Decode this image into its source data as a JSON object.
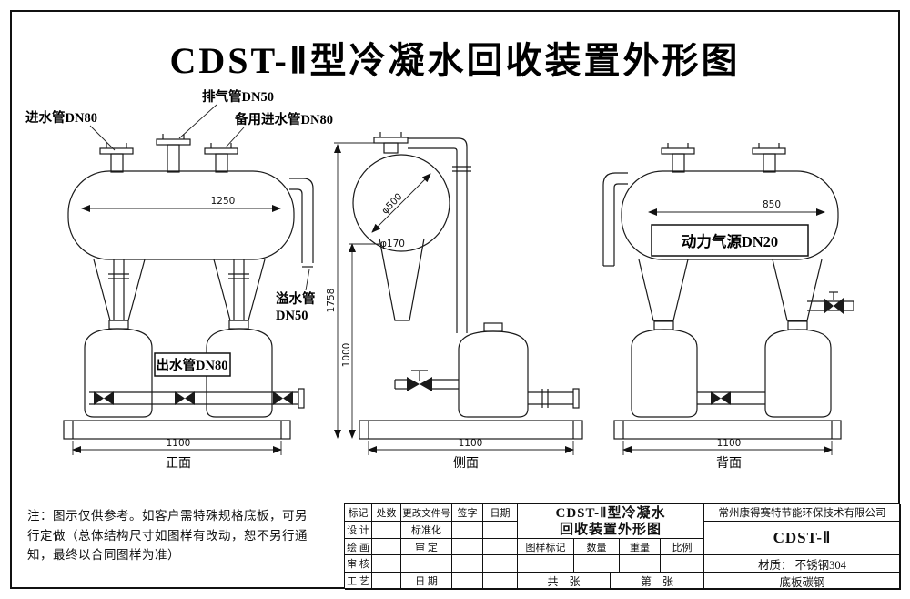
{
  "page_title": "CDST-Ⅱ型冷凝水回收装置外形图",
  "front": {
    "view_label": "正面",
    "dim_tank_width": "1250",
    "dim_base_width": "1100",
    "label_inlet": "进水管DN80",
    "label_exhaust": "排气管DN50",
    "label_backup_inlet": "备用进水管DN80",
    "label_overflow_line1": "溢水管",
    "label_overflow_line2": "DN50",
    "label_outlet": "出水管DN80"
  },
  "side": {
    "view_label": "侧面",
    "dim_diameter_main": "φ500",
    "dim_diameter_neck": "φ170",
    "dim_height_total": "1758",
    "dim_height_pump": "1000",
    "dim_base_width": "1100"
  },
  "back": {
    "view_label": "背面",
    "dim_tank_width": "850",
    "dim_base_width": "1100",
    "label_air_source": "动力气源DN20"
  },
  "note_line1": "注：图示仅供参考。如客户需特殊规格底板，可另",
  "note_line2": "行定做（总体结构尺寸如图样有改动，恕不另行通",
  "note_line3": "知，最终以合同图样为准）",
  "title_block": {
    "header_mark": "标记",
    "header_count": "处数",
    "header_doc_no": "更改文件号",
    "header_sign": "签字",
    "header_date": "日期",
    "row_design": "设 计",
    "row_draw": "绘 画",
    "row_check": "审 核",
    "row_process": "工 艺",
    "mid_standardize": "标准化",
    "mid_approve": "审 定",
    "mid_date": "日 期",
    "drawing_title_line1": "CDST-Ⅱ型冷凝水",
    "drawing_title_line2": "回收装置外形图",
    "spec_mark": "图样标记",
    "spec_qty": "数量",
    "spec_weight": "重量",
    "spec_scale": "比例",
    "sheet_total": "共　张",
    "sheet_number": "第　张",
    "company": "常州康得赛特节能环保技术有限公司",
    "model": "CDST-Ⅱ",
    "material": "材质：  不锈钢304",
    "base_material": "底板碳钢"
  }
}
